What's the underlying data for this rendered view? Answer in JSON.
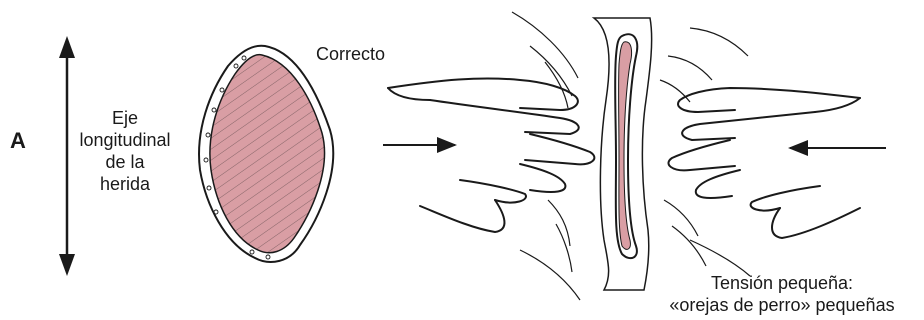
{
  "panel_letter": "A",
  "axis_label": [
    "Eje",
    "longitudinal",
    "de la",
    "herida"
  ],
  "correct_label": "Correcto",
  "caption": [
    "Tensión pequeña:",
    "«orejas de perro» pequeñas"
  ],
  "colors": {
    "wound": "#d99ea4",
    "ink": "#1a1a1a",
    "background": "#ffffff"
  }
}
